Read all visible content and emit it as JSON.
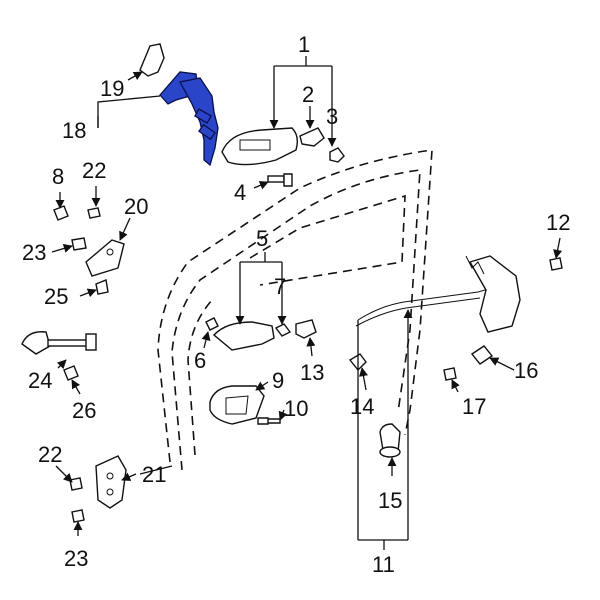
{
  "diagram": {
    "highlight_color": "#2b45c8",
    "line_color": "#111111",
    "background": "#ffffff",
    "callouts": {
      "c1": "1",
      "c2": "2",
      "c3": "3",
      "c4": "4",
      "c5": "5",
      "c6": "6",
      "c7": "7",
      "c8": "8",
      "c9": "9",
      "c10": "10",
      "c11": "11",
      "c12": "12",
      "c13": "13",
      "c14": "14",
      "c15": "15",
      "c16": "16",
      "c17": "17",
      "c18": "18",
      "c19": "19",
      "c20": "20",
      "c21": "21",
      "c22a": "22",
      "c22b": "22",
      "c23a": "23",
      "c23b": "23",
      "c24": "24",
      "c25": "25",
      "c26": "26"
    },
    "highlighted_part": "18"
  }
}
